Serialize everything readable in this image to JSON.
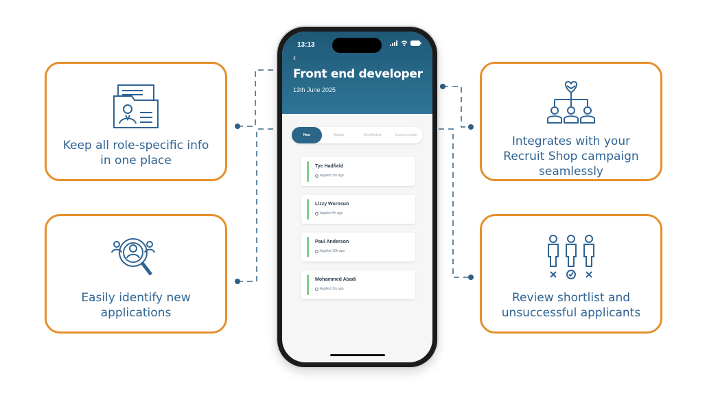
{
  "colors": {
    "accent_orange": "#e58f2b",
    "text_blue": "#2f6393",
    "header_teal": "#1f5877",
    "status_green": "#7ccf8c"
  },
  "features": {
    "top_left": {
      "caption": "Keep all role-specific info in one place",
      "icon": "profile-folder-icon"
    },
    "bottom_left": {
      "caption": "Easily identify new applications",
      "icon": "search-person-icon"
    },
    "top_right": {
      "caption": "Integrates with your Recruit Shop campaign seamlessly",
      "icon": "org-chart-handshake-icon"
    },
    "bottom_right": {
      "caption": "Review shortlist and unsuccessful applicants",
      "icon": "shortlist-people-icon"
    }
  },
  "phone": {
    "status_time": "13:13",
    "back_icon": "‹",
    "title": "Front end developer",
    "date": "13th June 2025",
    "tabs": [
      "New",
      "Maybe",
      "Shortlisted",
      "Unsuccessful"
    ],
    "active_tab": "New",
    "applicants": [
      {
        "name": "Tye Hadfield",
        "applied": "Applied 3m ago"
      },
      {
        "name": "Lizzy Worosun",
        "applied": "Applied 5h ago"
      },
      {
        "name": "Paul Anderson",
        "applied": "Applied 10h ago"
      },
      {
        "name": "Mohammed Abadi",
        "applied": "Applied 3m ago"
      }
    ]
  }
}
